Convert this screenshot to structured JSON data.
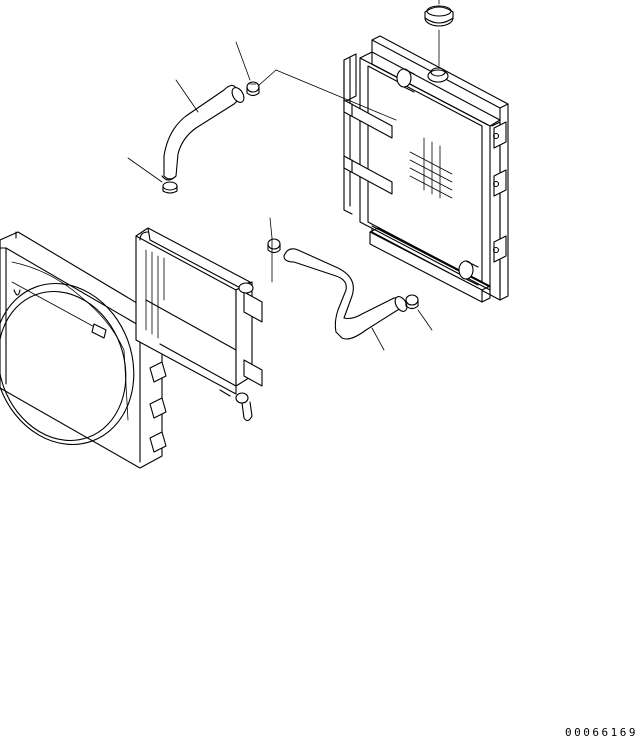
{
  "diagram": {
    "drawing_number": "00066169",
    "parts": [
      {
        "name": "radiator",
        "icon": "radiator-icon"
      },
      {
        "name": "radiator-cap",
        "icon": "cap-icon"
      },
      {
        "name": "upper-hose",
        "icon": "hose-icon"
      },
      {
        "name": "lower-hose",
        "icon": "hose-icon"
      },
      {
        "name": "hose-clamp",
        "icon": "clamp-icon"
      },
      {
        "name": "fan-shroud",
        "icon": "shroud-icon"
      },
      {
        "name": "oil-cooler",
        "icon": "cooler-icon"
      }
    ]
  }
}
